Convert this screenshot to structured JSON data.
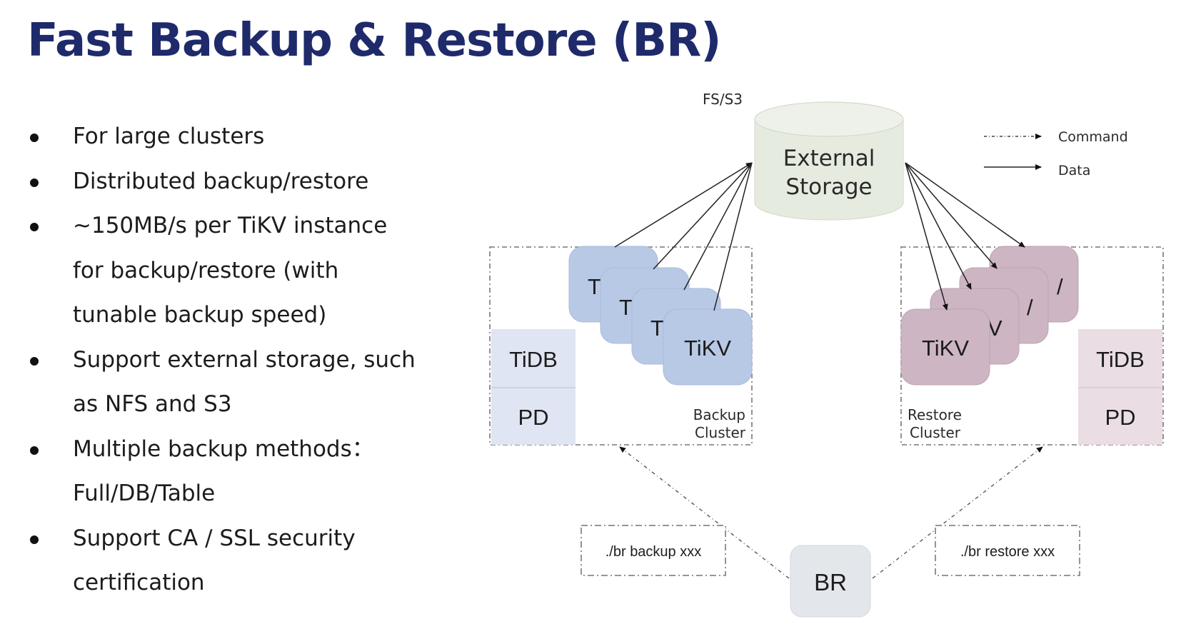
{
  "slide": {
    "title": "Fast Backup & Restore (BR)",
    "bullets": [
      {
        "lines": [
          "For large clusters"
        ]
      },
      {
        "lines": [
          "Distributed backup/restore"
        ]
      },
      {
        "lines": [
          "~150MB/s per TiKV instance",
          "for backup/restore (with",
          "tunable backup speed)"
        ]
      },
      {
        "lines": [
          "Support external storage, such",
          "as NFS and S3"
        ]
      },
      {
        "lines": [
          "Multiple backup methods：",
          "Full/DB/Table"
        ]
      },
      {
        "lines": [
          "Support CA / SSL security",
          "certification"
        ]
      }
    ]
  },
  "diagram": {
    "storage": {
      "label_line1": "External",
      "label_line2": "Storage",
      "type_label": "FS/S3",
      "fill": "#e6ebdf"
    },
    "legend": {
      "command": "Command",
      "data": "Data"
    },
    "backup_cluster": {
      "label_line1": "Backup",
      "label_line2": "Cluster",
      "tikv_labels": [
        "T",
        "T",
        "T",
        "TiKV"
      ],
      "tidb": "TiDB",
      "pd": "PD",
      "tikv_fill": "#b8c9e6",
      "side_fill": "#dfe5f2"
    },
    "restore_cluster": {
      "label_line1": "Restore",
      "label_line2": "Cluster",
      "tikv_labels": [
        "/",
        "/",
        "V",
        "TiKV"
      ],
      "tidb": "TiDB",
      "pd": "PD",
      "tikv_fill": "#cdb5c3",
      "side_fill": "#eadde3"
    },
    "br_node": {
      "label": "BR",
      "fill": "#e3e6ea"
    },
    "backup_command": "./br backup xxx",
    "restore_command": "./br restore xxx"
  }
}
